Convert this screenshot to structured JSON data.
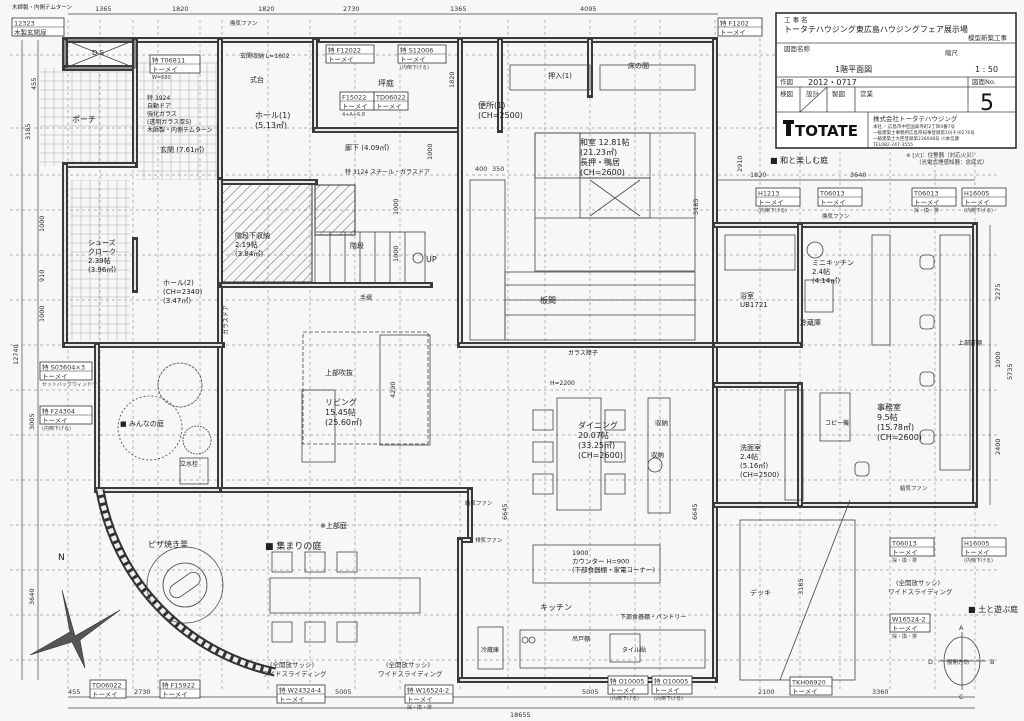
{
  "title_block": {
    "project_label": "工 事 名",
    "project": "トータテハウジング東広島ハウジングフェア展示場",
    "project_sub": "模型新築工事",
    "drawing_label": "図面名称",
    "scale_label": "縮尺",
    "drawing_name": "1階平面図",
    "scale": "1 : 50",
    "date_label": "作図",
    "date": "2012・0717",
    "sheet_label": "図面No.",
    "sheet_no": "5",
    "checks": [
      "検図",
      "設計",
      "製図",
      "営業"
    ],
    "logo": "TOTATE",
    "company": "株式会社トータテハウジング",
    "address": "本社／ 広島市中区国泰寺町2丁目4番7号",
    "reg1": "一級建築士事務所広島県知事登録第10(チ)0276号",
    "reg2": "一級建築士大臣登録第236048号 川本信康",
    "tel": "TEL082-247-3555"
  },
  "legend": {
    "line1": "※ [火]：住警器（対応火災）",
    "line2": "（光電式煙感知器：念底式）"
  },
  "rooms": [
    {
      "lines": [
        "ポーチ"
      ]
    },
    {
      "lines": [
        "玄関 (7.61㎡)"
      ]
    },
    {
      "lines": [
        "ホール(1)",
        "(5.13㎡)"
      ]
    },
    {
      "lines": [
        "廊下 (4.09㎡)"
      ]
    },
    {
      "lines": [
        "坪庭"
      ]
    },
    {
      "lines": [
        "便所(1)",
        "(CH=2500)"
      ]
    },
    {
      "lines": [
        "押入(1)"
      ]
    },
    {
      "lines": [
        "床の間"
      ]
    },
    {
      "lines": [
        "和室 12.81帖",
        "(21.23㎡)",
        "長押・鴨居",
        "(CH=2600)"
      ]
    },
    {
      "lines": [
        "板間"
      ]
    },
    {
      "lines": [
        "階段下収納",
        "2.19帖",
        "(3.84㎡)"
      ]
    },
    {
      "lines": [
        "階段"
      ]
    },
    {
      "lines": [
        "シューズ",
        "クローク",
        "2.39帖",
        "(3.96㎡)"
      ]
    },
    {
      "lines": [
        "ホール(2)",
        "(CH=2340)",
        "(3.47㎡)"
      ]
    },
    {
      "lines": [
        "リビング",
        "15.45帖",
        "(25.60㎡)"
      ]
    },
    {
      "lines": [
        "上部吹抜"
      ]
    },
    {
      "lines": [
        "ダイニング",
        "20.07帖",
        "(33.25㎡)",
        "(CH=2600)"
      ]
    },
    {
      "lines": [
        "浴室",
        "UB1721"
      ]
    },
    {
      "lines": [
        "ミニキッチン",
        "2.4帖",
        "(4.14㎡)"
      ]
    },
    {
      "lines": [
        "冷蔵庫"
      ]
    },
    {
      "lines": [
        "事務室",
        "9.5帖",
        "(15.78㎡)",
        "(CH=2600)"
      ]
    },
    {
      "lines": [
        "洗面室",
        "2.4帖",
        "(5.16㎡)",
        "(CH=2500)"
      ]
    },
    {
      "lines": [
        "キッチン"
      ]
    },
    {
      "lines": [
        "デッキ"
      ]
    },
    {
      "lines": [
        "■ 集まりの庭"
      ]
    },
    {
      "lines": [
        "■ 和と楽しむ庭"
      ]
    },
    {
      "lines": [
        "■ 土と遊ぶ庭"
      ]
    },
    {
      "lines": [
        "■ みんなの庭"
      ]
    },
    {
      "lines": [
        "※上部庭"
      ]
    },
    {
      "lines": [
        "1900",
        "カウンター H=900",
        "(下部食器棚・家電コーナー)"
      ]
    },
    {
      "lines": [
        "ピザ焼き釜"
      ]
    },
    {
      "lines": [
        "立水栓"
      ]
    },
    {
      "lines": [
        "収納"
      ]
    },
    {
      "lines": [
        "収納"
      ]
    },
    {
      "lines": [
        "コピー機"
      ]
    },
    {
      "lines": [
        "上部書棚"
      ]
    },
    {
      "lines": [
        "下部食器棚・パントリー"
      ]
    },
    {
      "lines": [
        "吊戸棚"
      ]
    },
    {
      "lines": [
        "タイル貼"
      ]
    },
    {
      "lines": [
        "冷蔵庫"
      ]
    },
    {
      "lines": [
        "玄関収納 L=1602"
      ]
    },
    {
      "lines": [
        "式台"
      ]
    },
    {
      "lines": [
        "手摺"
      ]
    },
    {
      "lines": [
        "UP"
      ]
    },
    {
      "lines": [
        "ガラス障子"
      ]
    },
    {
      "lines": [
        "特 3124 スチール・ガラスドア"
      ]
    },
    {
      "lines": [
        "H=2200"
      ]
    },
    {
      "lines": [
        "換気ファン"
      ]
    },
    {
      "lines": [
        "換気ファン"
      ]
    },
    {
      "lines": [
        "排気ファン"
      ]
    },
    {
      "lines": [
        "給気ファン"
      ]
    },
    {
      "lines": [
        "給気ファン"
      ]
    },
    {
      "lines": [
        "D S"
      ]
    },
    {
      "lines": [
        "特 3924",
        "自動ドア",
        "強化ガラス",
        "(透明ガラス厚5)",
        "木師製・内側テムターン"
      ]
    },
    {
      "lines": [
        "木師製・内側テムターン"
      ]
    },
    {
      "lines": [
        "ガラスドア"
      ]
    }
  ],
  "dimensions": [
    "1365",
    "1820",
    "1820",
    "2730",
    "1365",
    "4095",
    "1820",
    "3640",
    "455",
    "2730",
    "5005",
    "5005",
    "2100",
    "3360",
    "18655",
    "3185",
    "455",
    "12740",
    "3005",
    "1000",
    "910",
    "1000",
    "3640",
    "1000",
    "1000",
    "1000",
    "4290",
    "6645",
    "6645",
    "2910",
    "5185",
    "2275",
    "1000",
    "5735",
    "2400",
    "3185",
    "1820",
    "400",
    "350"
  ],
  "window_tags": [
    {
      "code": "12323",
      "sub": "木製玄関扉"
    },
    {
      "code": "特 T06811",
      "sub": "トーメイ",
      "note": "W=680"
    },
    {
      "code": "特 F12022",
      "sub": "トーメイ"
    },
    {
      "code": "特 S12006",
      "sub": "トーメイ",
      "note": "(内倒下げる)"
    },
    {
      "code": "F15022",
      "sub": "トーメイ",
      "note": "4+A+6.8"
    },
    {
      "code": "TD06022",
      "sub": "トーメイ"
    },
    {
      "code": "特 F1202",
      "sub": "トーメイ"
    },
    {
      "code": "H1213",
      "sub": "トーメイ",
      "note": "(内倒下げる)"
    },
    {
      "code": "T06013",
      "sub": "トーメイ"
    },
    {
      "code": "T06013",
      "sub": "トーメイ",
      "note": "採・換・排"
    },
    {
      "code": "H16005",
      "sub": "トーメイ",
      "note": "(内倒下げる)"
    },
    {
      "code": "T06013",
      "sub": "トーメイ",
      "note": "採・換・排"
    },
    {
      "code": "H16005",
      "sub": "トーメイ",
      "note": "(内倒下げる)"
    },
    {
      "code": "特 S03604×3",
      "sub": "トーメイ",
      "note": "セットバックウィンドウ"
    },
    {
      "code": "特 F24304",
      "sub": "トーメイ",
      "note": "(内倒下げる)"
    },
    {
      "code": "TD06022",
      "sub": "トーメイ"
    },
    {
      "code": "特 F15922",
      "sub": "トーメイ"
    },
    {
      "code": "特 W24324-4",
      "sub": "トーメイ"
    },
    {
      "code": "特 W16524-2",
      "sub": "トーメイ",
      "note": "採・換・排"
    },
    {
      "code": "特 O10005",
      "sub": "トーメイ",
      "note": "(内倒下げる)"
    },
    {
      "code": "特 O10005",
      "sub": "トーメイ",
      "note": "(内倒下げる)"
    },
    {
      "code": "TKH06920",
      "sub": "トーメイ"
    },
    {
      "code": "W16524-2",
      "sub": "トーメイ",
      "note": "採・換・排"
    }
  ],
  "sash_captions": [
    {
      "l1": "(全開放サッシ)",
      "l2": "ワイドスライディング"
    },
    {
      "l1": "(全開放サッシ)",
      "l2": "ワイドスライディング"
    },
    {
      "l1": "(全開放サッシ)",
      "l2": "ワイドスライディング"
    }
  ],
  "compass": {
    "a": "A",
    "b": "B",
    "c": "C",
    "d": "D",
    "label": "展開方向"
  },
  "north": "N"
}
